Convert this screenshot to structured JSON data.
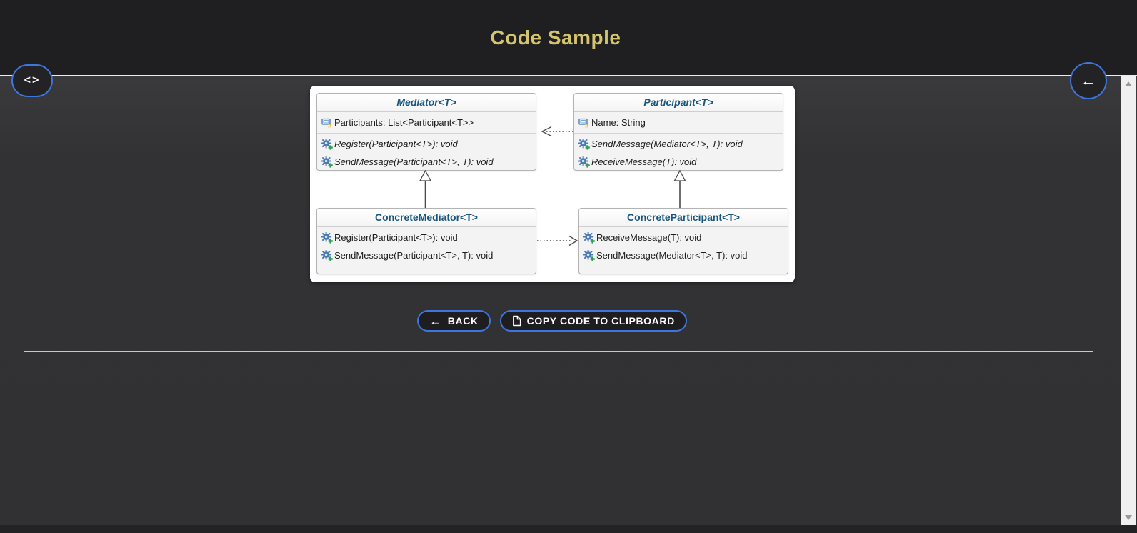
{
  "header": {
    "title": "Code Sample"
  },
  "floating": {
    "code_button_icon": "<>",
    "back_button_icon": "←"
  },
  "diagram": {
    "classes": [
      {
        "name": "Mediator<T>",
        "abstract": true,
        "fields": [
          {
            "icon": "field-protected-icon",
            "text": "Participants: List<Participant<T>>"
          }
        ],
        "methods": [
          {
            "icon": "method-public-icon",
            "text": "Register(Participant<T>): void",
            "italic": true
          },
          {
            "icon": "method-public-icon",
            "text": "SendMessage(Participant<T>, T): void",
            "italic": true
          }
        ]
      },
      {
        "name": "Participant<T>",
        "abstract": true,
        "fields": [
          {
            "icon": "field-protected-icon",
            "text": "Name: String"
          }
        ],
        "methods": [
          {
            "icon": "method-public-icon",
            "text": "SendMessage(Mediator<T>, T): void",
            "italic": true
          },
          {
            "icon": "method-public-icon",
            "text": "ReceiveMessage(T): void",
            "italic": true
          }
        ]
      },
      {
        "name": "ConcreteMediator<T>",
        "abstract": false,
        "fields": [],
        "methods": [
          {
            "icon": "method-public-icon",
            "text": "Register(Participant<T>): void",
            "italic": false
          },
          {
            "icon": "method-public-icon",
            "text": "SendMessage(Participant<T>, T): void",
            "italic": false
          }
        ]
      },
      {
        "name": "ConcreteParticipant<T>",
        "abstract": false,
        "fields": [],
        "methods": [
          {
            "icon": "method-public-icon",
            "text": "ReceiveMessage(T): void",
            "italic": false
          },
          {
            "icon": "method-public-icon",
            "text": "SendMessage(Mediator<T>, T): void",
            "italic": false
          }
        ]
      }
    ],
    "relations": [
      {
        "from": "Participant<T>",
        "to": "Mediator<T>",
        "type": "dotted-dependency"
      },
      {
        "from": "ConcreteMediator<T>",
        "to": "Mediator<T>",
        "type": "generalization"
      },
      {
        "from": "ConcreteParticipant<T>",
        "to": "Participant<T>",
        "type": "generalization"
      },
      {
        "from": "ConcreteMediator<T>",
        "to": "ConcreteParticipant<T>",
        "type": "dotted-dependency"
      }
    ]
  },
  "actions": {
    "back_label": "BACK",
    "copy_label": "COPY CODE TO CLIPBOARD"
  },
  "colors": {
    "accent_gold": "#d4c46d",
    "accent_blue": "#3e76df",
    "class_title_blue": "#18567d",
    "header_bg": "#1f1f21",
    "body_bg": "#333336"
  }
}
